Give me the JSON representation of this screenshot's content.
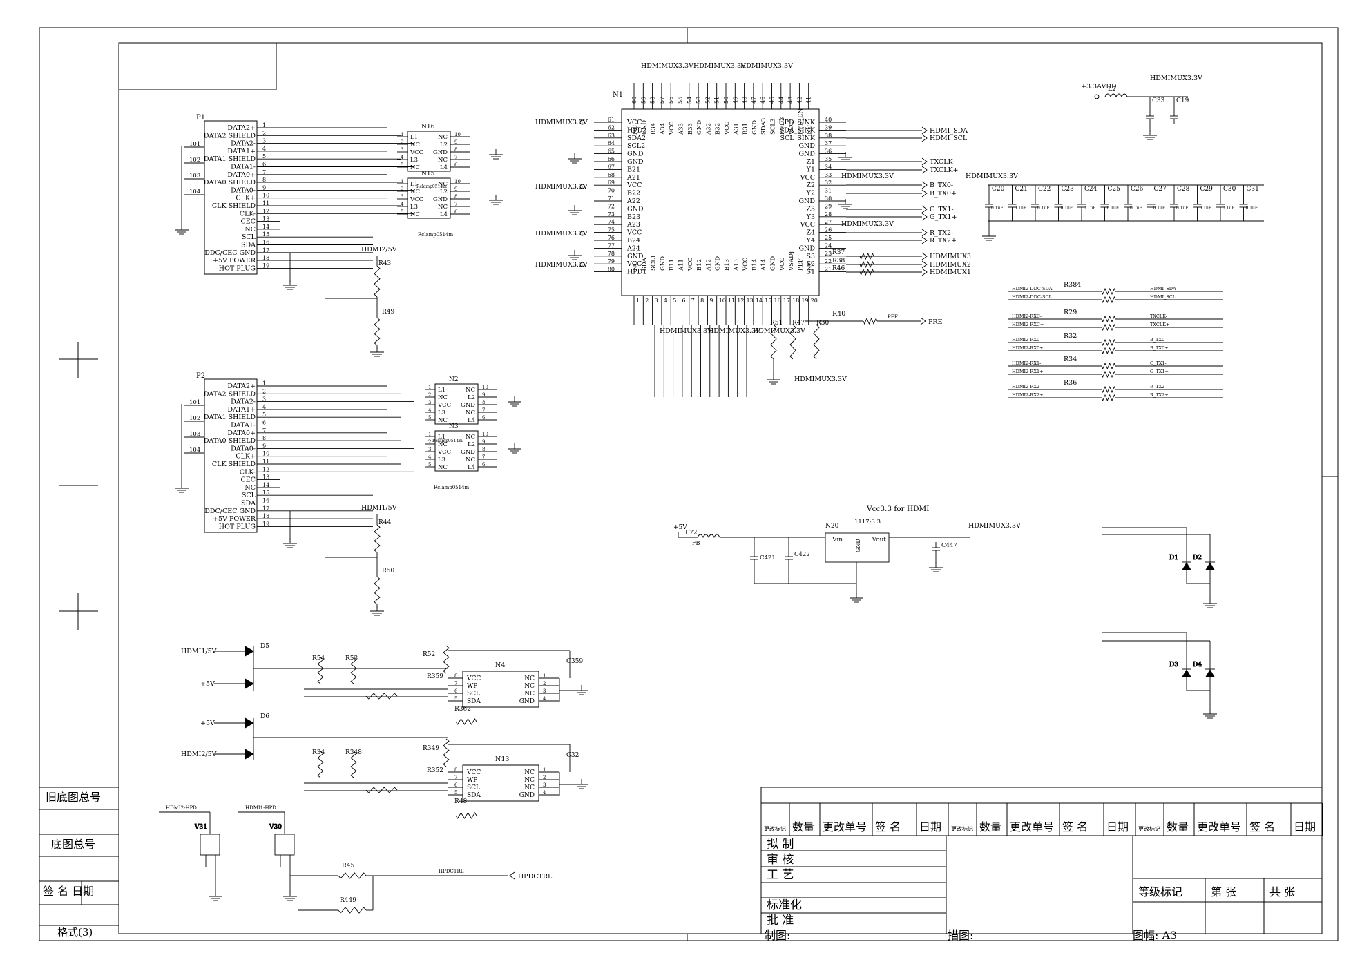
{
  "title_cn": "Vcc3.3 for HDMI",
  "labels": {
    "pin_cap": "1117-3.3",
    "connector_p1": "P1",
    "connector_p2": "P2",
    "ic_n1": "N1",
    "ic_n20": "N20",
    "ic_n4": "N4",
    "ic_n13": "N13",
    "ic_n15": "N15",
    "ic_n16": "N16",
    "ic_n2": "N2",
    "ic_n3": "N3",
    "rclamp": "Rclamp0514m",
    "plus5v": "+5V",
    "avdd": "+3.3AVDD",
    "fb": "FB",
    "vin": "Vin",
    "vout": "Vout",
    "gnd": "GND",
    "hpdctrl": "HPDCTRL",
    "pre": "PRE",
    "pef": "PEF"
  },
  "power_nets": {
    "mux33": "HDMIMUX3.3V",
    "hdmi1_5v": "HDMI1/5V",
    "hdmi2_5v": "HDMI2/5V",
    "plus5v": "+5V"
  },
  "connector_pins": [
    "DATA2+",
    "DATA2 SHIELD",
    "DATA2-",
    "DATA1+",
    "DATA1 SHIELD",
    "DATA1-",
    "DATA0+",
    "DATA0 SHIELD",
    "DATA0-",
    "CLK+",
    "CLK SHIELD",
    "CLK-",
    "CEC",
    "NC",
    "SCL",
    "SDA",
    "DDC/CEC GND",
    "+5V POWER",
    "HOT PLUG"
  ],
  "n1_left_pins": [
    {
      "num": "61",
      "name": "VCC"
    },
    {
      "num": "62",
      "name": "HPD2"
    },
    {
      "num": "63",
      "name": "SDA2"
    },
    {
      "num": "64",
      "name": "SCL2"
    },
    {
      "num": "65",
      "name": "GND"
    },
    {
      "num": "66",
      "name": "GND"
    },
    {
      "num": "67",
      "name": "B21"
    },
    {
      "num": "68",
      "name": "A21"
    },
    {
      "num": "69",
      "name": "VCC"
    },
    {
      "num": "70",
      "name": "B22"
    },
    {
      "num": "71",
      "name": "A22"
    },
    {
      "num": "72",
      "name": "GND"
    },
    {
      "num": "73",
      "name": "B23"
    },
    {
      "num": "74",
      "name": "A23"
    },
    {
      "num": "75",
      "name": "VCC"
    },
    {
      "num": "76",
      "name": "B24"
    },
    {
      "num": "77",
      "name": "A24"
    },
    {
      "num": "78",
      "name": "GND"
    },
    {
      "num": "79",
      "name": "VCC"
    },
    {
      "num": "80",
      "name": "HPD1"
    }
  ],
  "n1_right_pins": [
    {
      "num": "40",
      "name": "HPD_SINK"
    },
    {
      "num": "39",
      "name": "SDA_SINK"
    },
    {
      "num": "38",
      "name": "SCL_SINK"
    },
    {
      "num": "37",
      "name": "GND"
    },
    {
      "num": "36",
      "name": "GND"
    },
    {
      "num": "35",
      "name": "Z1"
    },
    {
      "num": "34",
      "name": "Y1"
    },
    {
      "num": "33",
      "name": "VCC"
    },
    {
      "num": "32",
      "name": "Z2"
    },
    {
      "num": "31",
      "name": "Y2"
    },
    {
      "num": "30",
      "name": "GND"
    },
    {
      "num": "29",
      "name": "Z3"
    },
    {
      "num": "28",
      "name": "Y3"
    },
    {
      "num": "27",
      "name": "VCC"
    },
    {
      "num": "26",
      "name": "Z4"
    },
    {
      "num": "25",
      "name": "Y4"
    },
    {
      "num": "24",
      "name": "GND"
    },
    {
      "num": "23",
      "name": "S3"
    },
    {
      "num": "22",
      "name": "S2"
    },
    {
      "num": "21",
      "name": "S1"
    }
  ],
  "n1_right_nets": [
    "HDMI_SDA",
    "HDMI_SCL",
    "TXCLK-",
    "TXCLK+",
    "B_TX0-",
    "B_TX0+",
    "G_TX1-",
    "G_TX1+",
    "R_TX2-",
    "R_TX2+",
    "HDMIMUX3",
    "HDMIMUX2",
    "HDMIMUX1"
  ],
  "rclamp_pins_left": [
    "L1",
    "NC",
    "VCC",
    "L3",
    "NC"
  ],
  "rclamp_pins_right": [
    "NC",
    "L2",
    "GND",
    "NC",
    "L4"
  ],
  "eeprom_pins_left": [
    "VCC",
    "WP",
    "SCL",
    "SDA"
  ],
  "eeprom_pins_right": [
    "NC",
    "NC",
    "NC",
    "GND"
  ],
  "caps_row": [
    "C20",
    "C21",
    "C22",
    "C23",
    "C24",
    "C25",
    "C26",
    "C27",
    "C28",
    "C29",
    "C30",
    "C31"
  ],
  "resistors": {
    "r43": "R43",
    "r49": "R49",
    "r44": "R44",
    "r50": "R50",
    "r40": "R40",
    "r384": "R384",
    "r29": "R29",
    "r32": "R32",
    "r34": "R34",
    "r36": "R36",
    "r54": "R54",
    "r53": "R53",
    "r52": "R52",
    "r359": "R359",
    "r362": "R362",
    "r348": "R348",
    "r349": "R349",
    "r352": "R352",
    "r48": "R48",
    "r45": "R45",
    "r449": "R449"
  },
  "diodes": [
    "D1",
    "D2",
    "D3",
    "D4",
    "D5",
    "D6"
  ],
  "transistors": [
    "V31",
    "V30"
  ],
  "title_block": {
    "old_total": "旧底图总号",
    "total": "底图总号",
    "sign_date": "签  名 日期",
    "format": "格式(3)",
    "header_cells": [
      "更改标记",
      "数量",
      "更改单号",
      "签 名",
      "日期"
    ],
    "roles": [
      "拟  制",
      "审  核",
      "工  艺",
      "标准化",
      "批  准"
    ],
    "grade": "等级标记",
    "sheet": "第  张",
    "total_sheets": "共  张",
    "draw": "制图:",
    "trace": "描图:",
    "size": "图幅: A3"
  }
}
